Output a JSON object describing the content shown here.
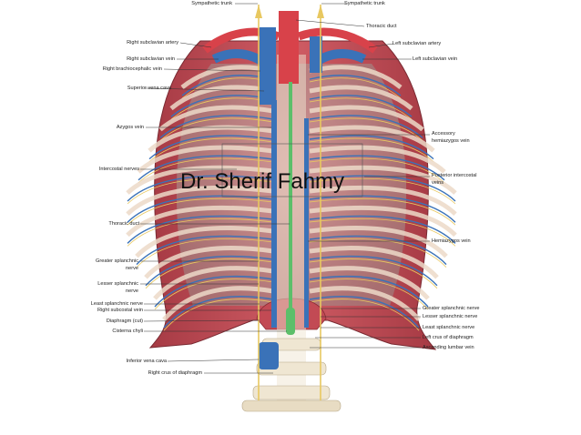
{
  "watermark": "Dr. Sherif Fahmy",
  "labels": {
    "sympathetic_trunk_left": "Sympathetic trunk",
    "sympathetic_trunk_right": "Sympathetic trunk",
    "thoracic_duct_top": "Thoracic duct",
    "right_subclavian_artery": "Right subclavian artery",
    "left_subclavian_artery": "Left subclavian artery",
    "right_subclavian_vein": "Right subclavian vein",
    "left_subclavian_vein": "Left subclavian vein",
    "right_brachiocephalic_vein": "Right brachiocephalic vein",
    "superior_vena_cava": "Superior vena cava",
    "azygos_vein": "Azygos vein",
    "accessory_hemiazygos_1": "Accessory",
    "accessory_hemiazygos_2": "hemiazygos vein",
    "intercostal_nerves": "Intercostal nerves",
    "posterior_intercostal_1": "Posterior intercostal",
    "posterior_intercostal_2": "veins",
    "thoracic_duct_mid": "Thoracic duct",
    "hemiazygos_vein": "Hemiazygos vein",
    "greater_splanchnic_left_1": "Greater splanchnic",
    "greater_splanchnic_left_2": "nerve",
    "lesser_splanchnic_left_1": "Lesser splanchnic",
    "lesser_splanchnic_left_2": "nerve",
    "least_splanchnic_left": "Least splanchnic nerve",
    "right_subcostal_vein": "Right subcostal vein",
    "diaphragm_cut": "Diaphragm (cut)",
    "cisterna_chyli": "Cisterna chyli",
    "inferior_vena_cava": "Inferior vena cava",
    "right_crus": "Right crus of diaphragm",
    "greater_splanchnic_right": "Greater splanchnic nerve",
    "lesser_splanchnic_right": "Lesser splanchnic nerve",
    "least_splanchnic_right": "Least splanchnic nerve",
    "left_crus": "Left crus of diaphragm",
    "ascending_lumbar_vein": "Ascending lumbar vein"
  },
  "colors": {
    "muscle": "#c8505a",
    "muscle_dark": "#9e3440",
    "rib": "#ecd9c8",
    "vein": "#3a72b8",
    "artery": "#d8424a",
    "nerve": "#e8c860",
    "lymph": "#5cbf6a",
    "bone": "#efe6d2",
    "interior": "#b8aaa4"
  }
}
